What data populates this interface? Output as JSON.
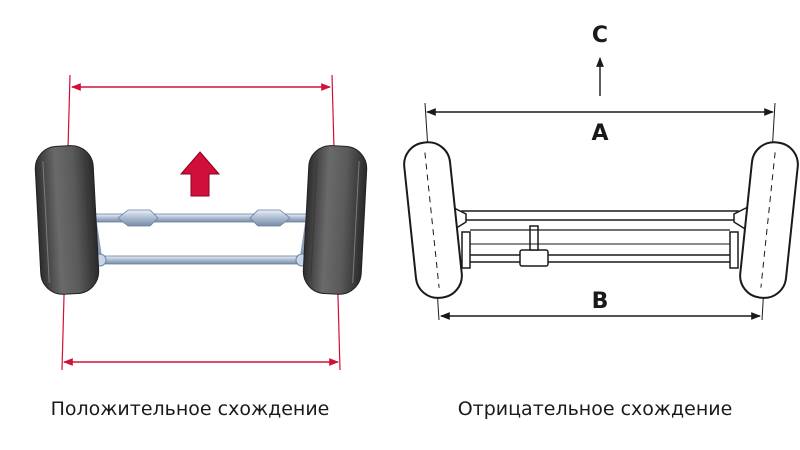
{
  "left_diagram": {
    "caption": "Положительное схождение",
    "colors": {
      "dimension_line": "#d0103a",
      "arrow": "#d0103a",
      "tire": "#4a4a4a",
      "rod": "#b8c8dc"
    }
  },
  "right_diagram": {
    "caption": "Отрицательное схождение",
    "label_a": "A",
    "label_b": "B",
    "label_c": "C"
  }
}
